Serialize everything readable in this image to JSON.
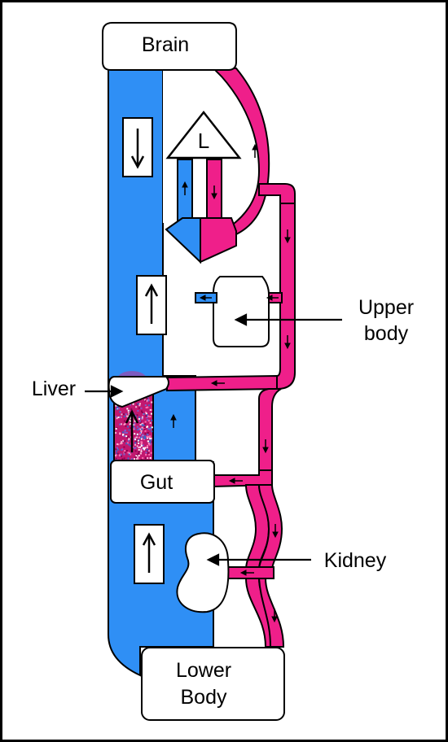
{
  "colors": {
    "deoxygenated": "#2f8ff5",
    "oxygenated": "#ef1f8a",
    "organ_fill": "#ffffff",
    "outline": "#000000",
    "liver_tissue": "#c2186f",
    "liver_cap": "#7d5cc0"
  },
  "labels": {
    "brain": "Brain",
    "heart": "L",
    "upper_body": "Upper\nbody",
    "upper_body_line1": "Upper",
    "upper_body_line2": "body",
    "liver": "Liver",
    "gut": "Gut",
    "kidney": "Kidney",
    "lower_body_line1": "Lower",
    "lower_body_line2": "Body"
  },
  "icons": {
    "big_arrows": [
      "arrow-down-icon",
      "arrow-up-icon",
      "arrow-up-icon"
    ],
    "flow_arrows": "small-direction-arrow-icon"
  }
}
